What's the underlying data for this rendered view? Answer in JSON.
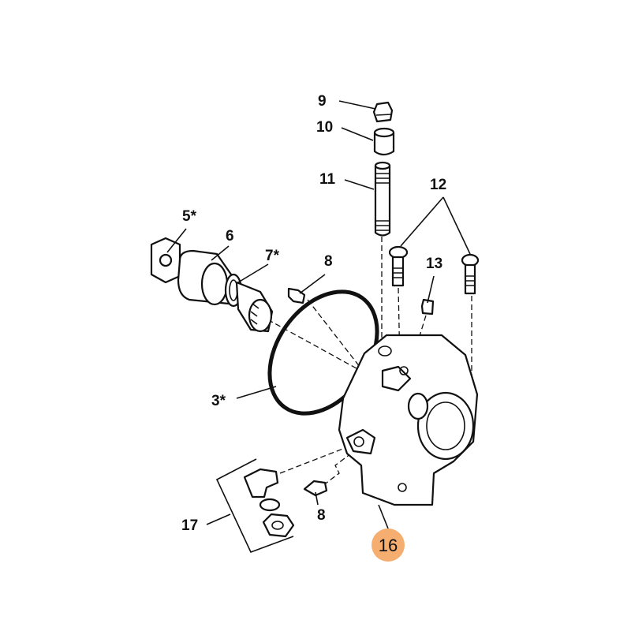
{
  "diagram": {
    "labels": {
      "p9": "9",
      "p10": "10",
      "p11": "11",
      "p12": "12",
      "p5": "5*",
      "p6": "6",
      "p7": "7*",
      "p8a": "8",
      "p13": "13",
      "p3": "3*",
      "p17": "17",
      "p8b": "8"
    },
    "highlight": {
      "label": "16",
      "color": "#F5AE70"
    }
  }
}
